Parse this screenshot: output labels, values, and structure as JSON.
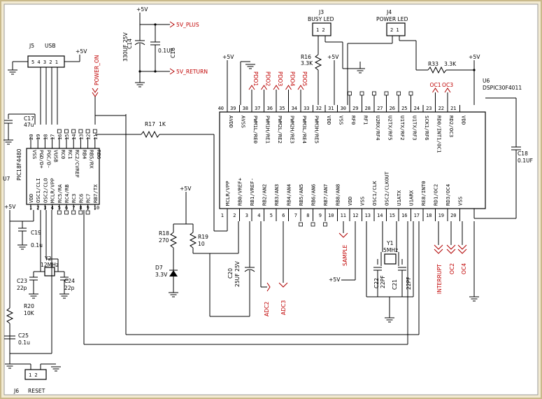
{
  "colors": {
    "wire": "#000000",
    "net_label": "#c00000",
    "frame": "#f2ead2"
  },
  "components": {
    "j5": {
      "ref": "J5",
      "name": "USB"
    },
    "j3": {
      "ref": "J3",
      "name": "BUSY LED"
    },
    "j4": {
      "ref": "J4",
      "name": "POWER LED"
    },
    "j6": {
      "ref": "J6",
      "name": "RESET"
    },
    "c14": {
      "ref": "C14",
      "value": "330UF 25V"
    },
    "c16": {
      "ref": "C16",
      "value": "0.1UF"
    },
    "c17": {
      "ref": "C17",
      "value": "47u"
    },
    "c18": {
      "ref": "C18",
      "value": "0.1UF"
    },
    "c19": {
      "ref": "C19",
      "value": "0.1u"
    },
    "c20": {
      "ref": "C20",
      "value": "25UF 25V"
    },
    "c21": {
      "ref": "C21",
      "value": "22PF"
    },
    "c22": {
      "ref": "C22",
      "value": "22PF"
    },
    "c23": {
      "ref": "C23",
      "value": "22p"
    },
    "c24": {
      "ref": "C24",
      "value": "22p"
    },
    "c25": {
      "ref": "C25",
      "value": "0.1u"
    },
    "r16": {
      "ref": "R16",
      "value": "3.3K"
    },
    "r17": {
      "ref": "R17",
      "value": "1K"
    },
    "r18": {
      "ref": "R18",
      "value": "270"
    },
    "r19": {
      "ref": "R19",
      "value": "10"
    },
    "r20": {
      "ref": "R20",
      "value": "10K"
    },
    "r33": {
      "ref": "R33",
      "value": "3.3K"
    },
    "d7": {
      "ref": "D7",
      "value": "3.3V"
    },
    "y1": {
      "ref": "Y1",
      "value": "5MHz"
    },
    "y2": {
      "ref": "Y2",
      "value": "12MHz"
    },
    "u6": {
      "ref": "U6",
      "part": "DSPIC30F4011"
    },
    "u7": {
      "ref": "U7",
      "part": "PIC18F4480"
    }
  },
  "nets": {
    "plus5v": "+5V",
    "v5_plus": "5V_PLUS",
    "v5_return": "5V_RETURN",
    "power_on": "POWER_ON",
    "pwm_top": [
      "PDO1",
      "PDO2",
      "PDO3",
      "PDO4",
      "PDO5"
    ],
    "oc_top": [
      "OC1",
      "OC3"
    ],
    "adc_bottom": [
      "ADC2",
      "ADC3"
    ],
    "sample": "SAMPLE",
    "interrupt": "INTERRUPT",
    "oc_bottom": [
      "OC2",
      "OC4"
    ]
  },
  "u6_top_pins": [
    {
      "num": "40",
      "name": "AVDD"
    },
    {
      "num": "39",
      "name": "AVSS"
    },
    {
      "num": "38",
      "name": "PWM1L/RE0"
    },
    {
      "num": "37",
      "name": "PWM1H/RE1"
    },
    {
      "num": "36",
      "name": "PWM2L/RE2"
    },
    {
      "num": "35",
      "name": "PWM2H/RE3"
    },
    {
      "num": "34",
      "name": "PWM3L/RE4"
    },
    {
      "num": "33",
      "name": "PWM3H/RE5"
    },
    {
      "num": "32",
      "name": "VDD"
    },
    {
      "num": "31",
      "name": "VSS"
    },
    {
      "num": "30",
      "name": "RF0"
    },
    {
      "num": "29",
      "name": "RF1"
    },
    {
      "num": "28",
      "name": "U2RX/RF4"
    },
    {
      "num": "27",
      "name": "U2TX/RF5"
    },
    {
      "num": "26",
      "name": "U1TX/RF2"
    },
    {
      "num": "25",
      "name": "U1TX/RF3"
    },
    {
      "num": "24",
      "name": "SCK1/RF6"
    },
    {
      "num": "23",
      "name": "RD0/INT1/OC1"
    },
    {
      "num": "22",
      "name": "RD2/OC3"
    },
    {
      "num": "21",
      "name": "VDD"
    }
  ],
  "u6_bottom_pins": [
    {
      "num": "1",
      "name": "MCLR/VPP"
    },
    {
      "num": "2",
      "name": "RB0/VREF+"
    },
    {
      "num": "3",
      "name": "RB1/VREF-"
    },
    {
      "num": "4",
      "name": "RB2/AN2"
    },
    {
      "num": "5",
      "name": "RB3/AN3"
    },
    {
      "num": "6",
      "name": "RB4/AN4"
    },
    {
      "num": "7",
      "name": "RB5/AN5"
    },
    {
      "num": "8",
      "name": "RB6/AN6"
    },
    {
      "num": "9",
      "name": "RB7/AN7"
    },
    {
      "num": "10",
      "name": "RB8/AN8"
    },
    {
      "num": "11",
      "name": "VDD"
    },
    {
      "num": "12",
      "name": "VSS"
    },
    {
      "num": "13",
      "name": "OSC1/CLK"
    },
    {
      "num": "14",
      "name": "OSC2/CLKOUT"
    },
    {
      "num": "15",
      "name": "U1ATX"
    },
    {
      "num": "16",
      "name": "U1ARX"
    },
    {
      "num": "17",
      "name": "RE8/INT0"
    },
    {
      "num": "18",
      "name": "RD1/OC2"
    },
    {
      "num": "19",
      "name": "RD3/OC4"
    },
    {
      "num": "20",
      "name": "VSS"
    }
  ],
  "u7_top_pins": [
    {
      "num": "20",
      "name": "VSS"
    },
    {
      "num": "19",
      "name": "PGD/D+"
    },
    {
      "num": "18",
      "name": "PGC/D-"
    },
    {
      "num": "17",
      "name": "VUSB"
    },
    {
      "num": "16",
      "name": "RC0"
    },
    {
      "num": "15",
      "name": "RC1"
    },
    {
      "num": "14",
      "name": "RC2/CVREF"
    },
    {
      "num": "13",
      "name": "RB4"
    },
    {
      "num": "12",
      "name": "RB5/RX"
    },
    {
      "num": "11",
      "name": "RB6"
    }
  ],
  "u7_bottom_pins": [
    {
      "num": "1",
      "name": "VDD"
    },
    {
      "num": "2",
      "name": "OSC1/CLI"
    },
    {
      "num": "3",
      "name": "OSC2/CLO"
    },
    {
      "num": "4",
      "name": "MCLR/VPP"
    },
    {
      "num": "5",
      "name": "RC5/RA"
    },
    {
      "num": "6",
      "name": "RC4/RB"
    },
    {
      "num": "7",
      "name": "RC3"
    },
    {
      "num": "8",
      "name": "RC6"
    },
    {
      "num": "9",
      "name": "RC7"
    },
    {
      "num": "10",
      "name": "RB7/TX"
    }
  ],
  "u6_extra_pin_nums": [
    "30",
    "29",
    "28",
    "27",
    "26",
    "25"
  ]
}
